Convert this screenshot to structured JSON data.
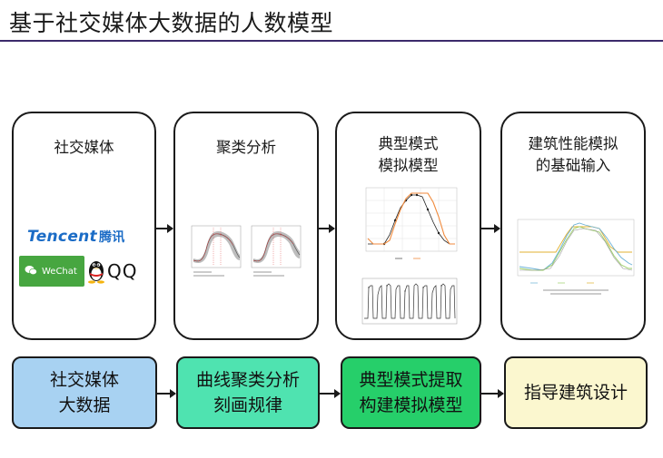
{
  "title": "基于社交媒体大数据的人数模型",
  "cards": [
    {
      "title": "社交媒体"
    },
    {
      "title": "聚类分析"
    },
    {
      "title": "典型模式\n模拟模型"
    },
    {
      "title": "建筑性能模拟\n的基础输入"
    }
  ],
  "logos": {
    "tencent_en": "Tencent",
    "tencent_cn": "腾讯",
    "wechat": "WeChat",
    "qq": "QQ"
  },
  "bottom_boxes": [
    {
      "label": "社交媒体\n大数据",
      "color": "#a8d2f2"
    },
    {
      "label": "曲线聚类分析\n刻画规律",
      "color": "#4fe3b0"
    },
    {
      "label": "典型模式提取\n构建模拟模型",
      "color": "#26cf6a"
    },
    {
      "label": "指导建筑设计",
      "color": "#fbf7cf"
    }
  ],
  "colors": {
    "title_rule": "#3b2a6b",
    "tencent_blue": "#1b6cc6",
    "wechat_green": "#47a640",
    "orange": "#f08a3c",
    "green_line": "#9acd66"
  }
}
